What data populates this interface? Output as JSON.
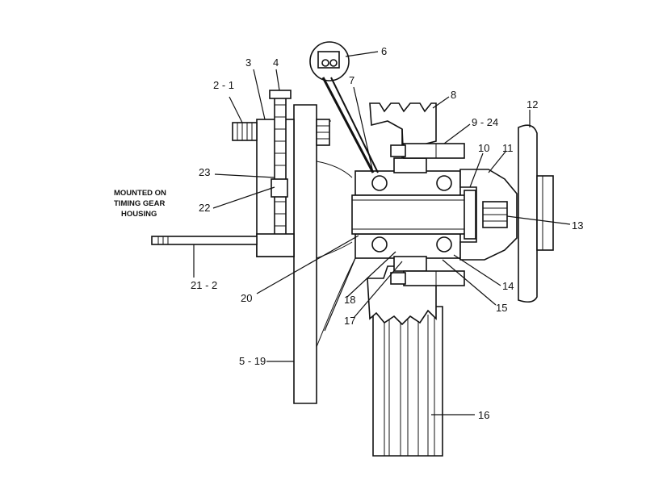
{
  "callouts": {
    "c2_1": "2 - 1",
    "c3": "3",
    "c4": "4",
    "c6": "6",
    "c7": "7",
    "c8": "8",
    "c9_24": "9 - 24",
    "c10": "10",
    "c11": "11",
    "c12": "12",
    "c13": "13",
    "c14": "14",
    "c15": "15",
    "c16": "16",
    "c17": "17",
    "c18": "18",
    "c20": "20",
    "c21_2": "21 - 2",
    "c22": "22",
    "c23": "23",
    "c5_19": "5 - 19"
  },
  "note": {
    "line1": "MOUNTED ON",
    "line2": "TIMING GEAR",
    "line3": "HOUSING"
  }
}
